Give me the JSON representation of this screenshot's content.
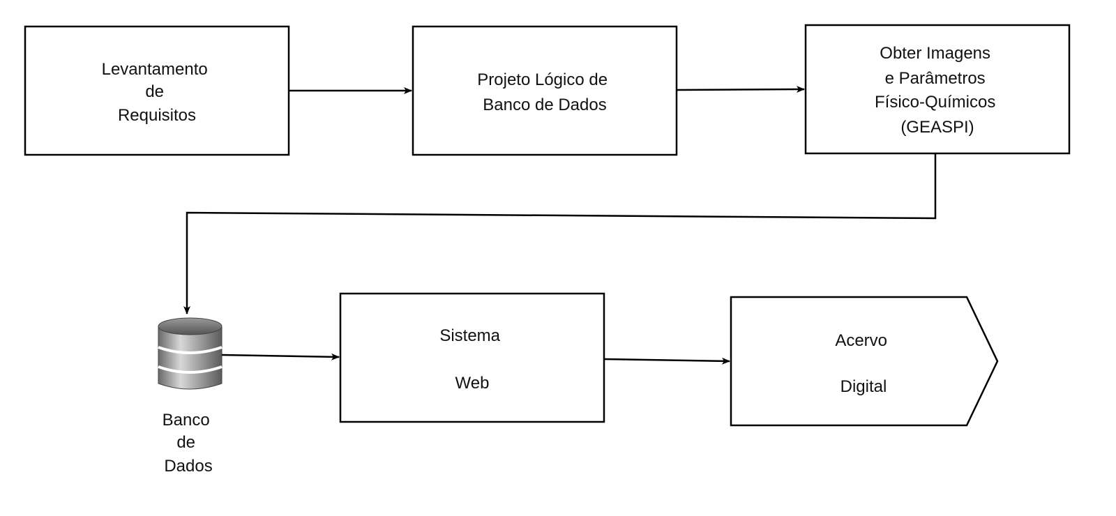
{
  "diagram": {
    "nodes": {
      "levantamento": [
        "Levantamento",
        "de",
        "Requisitos"
      ],
      "projeto": [
        "Projeto Lógico de",
        "Banco de Dados"
      ],
      "obter": [
        "Obter Imagens",
        "e Parâmetros",
        "Físico-Químicos",
        "(GEASPI)"
      ],
      "banco": [
        "Banco",
        "de",
        "Dados"
      ],
      "sistema": [
        "Sistema",
        "Web"
      ],
      "acervo": [
        "Acervo",
        "Digital"
      ]
    }
  }
}
